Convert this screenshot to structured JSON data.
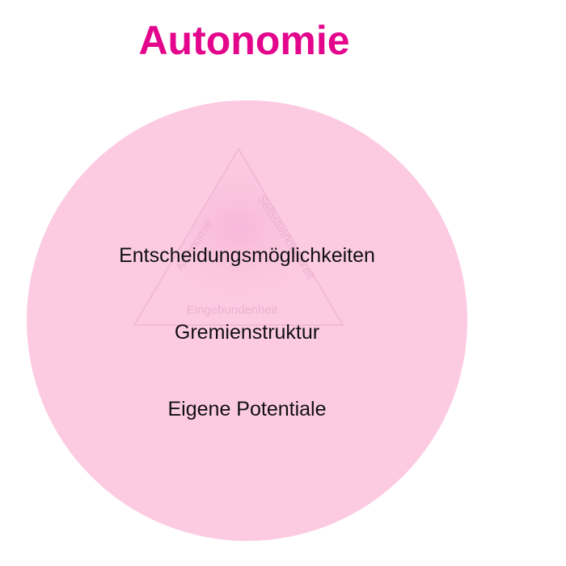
{
  "title": "Autonomie",
  "colors": {
    "title": "#e3068c",
    "circle": "#fccbe2",
    "text": "#111111"
  },
  "watermark": {
    "left_label": "Autonomie",
    "right_label": "Selbstwirksamkeit",
    "bottom_label": "Eingebundenheit"
  },
  "items": [
    "Entscheidungsmöglichkeiten",
    "Gremienstruktur",
    "Eigene Potentiale"
  ]
}
